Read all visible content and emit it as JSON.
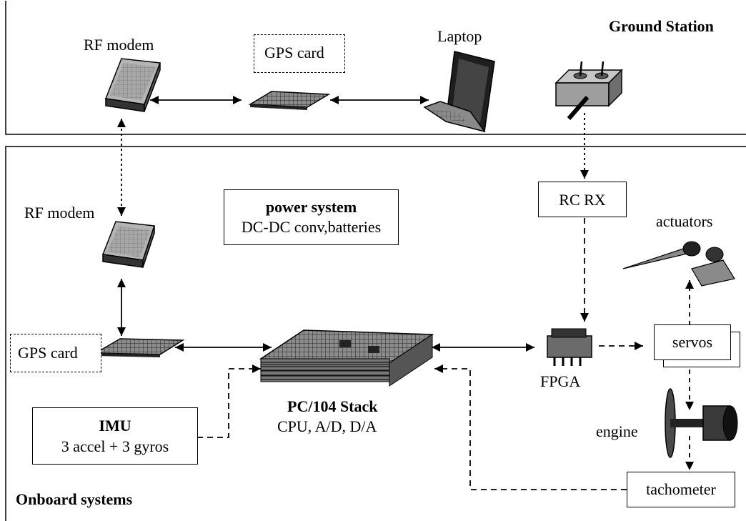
{
  "ground_station": {
    "title": "Ground Station",
    "rf_modem": "RF modem",
    "gps_card": "GPS card",
    "laptop": "Laptop"
  },
  "onboard": {
    "title": "Onboard systems",
    "rf_modem": "RF modem",
    "gps_card": "GPS card",
    "power_title": "power system",
    "power_detail": "DC-DC conv,batteries",
    "rc_rx": "RC RX",
    "actuators": "actuators",
    "servos": "servos",
    "fpga": "FPGA",
    "engine": "engine",
    "tachometer": "tachometer",
    "imu_title": "IMU",
    "imu_detail": "3 accel + 3 gyros",
    "stack_title": "PC/104 Stack",
    "stack_detail": "CPU, A/D, D/A"
  },
  "colors": {
    "line": "#000000",
    "device_gray": "#9a9a9a",
    "device_dark": "#3a3a3a"
  }
}
